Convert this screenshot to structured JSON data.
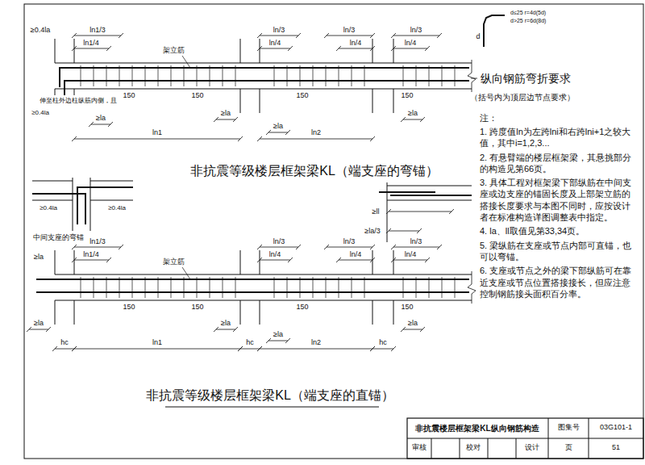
{
  "diagram": {
    "nodes": [
      {
        "text": [
          "非抗震楼层框架梁KL纵向钢筋构造",
          "图集号",
          "03G101-1",
          "审核",
          "校对",
          "设计",
          "页",
          "51"
        ]
      }
    ],
    "labels": [
      "≥0.4la",
      "ln1/3",
      "ln1/4",
      "架立筋",
      "ln/3",
      "ln/4",
      "ln/3",
      "ln/4",
      "ln/3",
      "ln/4",
      "150",
      "150",
      "150",
      "150",
      "伸至柱外边柱纵筋内侧，且",
      "≥0.4la",
      "≥la",
      "≥la",
      "≥la",
      "≥la",
      "ln1",
      "ln2",
      "d≤25 r=4d(5d)",
      "d>25 r=6d(8d)",
      "d",
      "纵向钢筋弯折要求",
      "（括号内为顶层边节点要求）",
      "注：",
      "1. 跨度值ln为左跨lni和右跨lni+1之较大值，其中i=1,2,3...",
      "2. 有悬臂端的楼层框架梁，其悬挑部分的构造见第66页。",
      "3. 具体工程对框架梁下部纵筋在中间支座或边支座的锚固长度及上部架立筋的搭接长度要求与本图不同时，应按设计者在标准构造详图调整表中指定。",
      "4. la、ll取值见第33,34页。",
      "5. 梁纵筋在支座或节点内部可直锚，也可以弯锚。",
      "6. 支座或节点之外的梁下部纵筋可在靠近支座或节点位置搭接接长，但应注意控制钢筋接头面积百分率。",
      "非抗震等级楼层框架梁KL（端支座的弯锚）",
      "≥0.4la",
      "≥0.4la",
      "中间支座的弯锚",
      "≥ll",
      "≥la/3",
      "≥la",
      "ln1/3",
      "ln1/4",
      "架立筋",
      "ln/3",
      "ln/4",
      "ln/3",
      "ln/4",
      "ln/3",
      "ln/4",
      "150",
      "150",
      "150",
      "150",
      "≥la",
      "≥la",
      "≥la",
      "≥la",
      "hc",
      "ln1",
      "hc",
      "ln2",
      "hc",
      "非抗震等级楼层框架梁KL（端支座的直锚）"
    ]
  }
}
